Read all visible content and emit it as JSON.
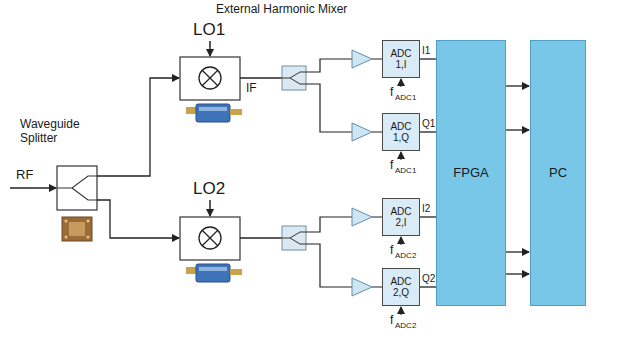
{
  "diagram": {
    "nodes": [
      {
        "text": [
          "ADC 1,I"
        ]
      },
      {
        "text": [
          "ADC 1,Q"
        ]
      },
      {
        "text": [
          "ADC 2,I"
        ]
      },
      {
        "text": [
          "ADC 2,Q"
        ]
      },
      {
        "text": [
          "FPGA"
        ]
      },
      {
        "text": [
          "PC"
        ]
      }
    ],
    "edges": [
      {
        "from": 0,
        "to": 4,
        "arrow": "none",
        "label": "I1"
      },
      {
        "from": 1,
        "to": 4,
        "arrow": "none",
        "label": "Q1"
      },
      {
        "from": 2,
        "to": 4,
        "arrow": "none",
        "label": "I2"
      },
      {
        "from": 3,
        "to": 4,
        "arrow": "none",
        "label": "Q2"
      },
      {
        "from": 4,
        "to": 5,
        "arrow": "to"
      },
      {
        "from": 4,
        "to": 5,
        "arrow": "to"
      },
      {
        "from": 4,
        "to": 5,
        "arrow": "to"
      },
      {
        "from": 4,
        "to": 5,
        "arrow": "to"
      }
    ],
    "labels": [
      "External Harmonic Mixer",
      "Waveguide Splitter",
      "RF",
      "LO1",
      "IF",
      "LO2",
      "f",
      "ADC1",
      "f",
      "ADC1",
      "f",
      "ADC2",
      "f",
      "ADC2"
    ]
  }
}
